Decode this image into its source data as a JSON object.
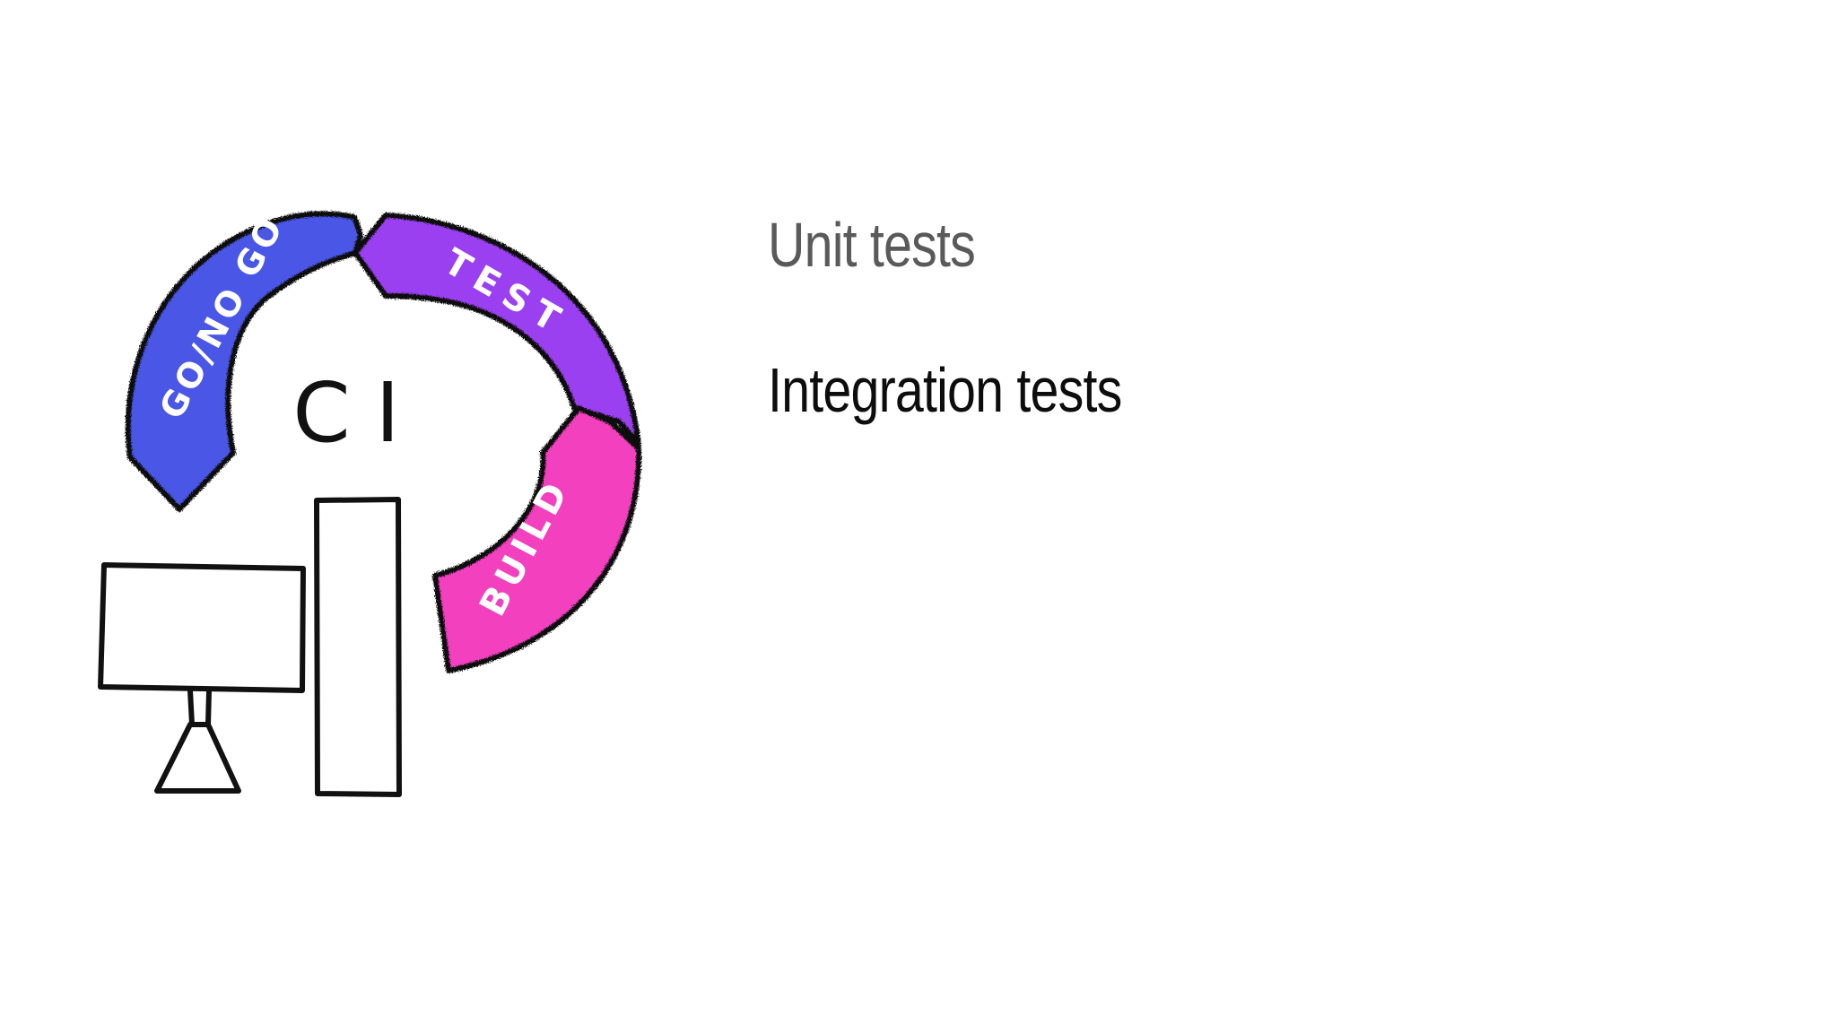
{
  "slide": {
    "bullets": [
      {
        "text": "Unit tests",
        "state": "muted"
      },
      {
        "text": "Integration tests",
        "state": "active"
      }
    ],
    "illustration": {
      "center_label": "CI",
      "segments": [
        {
          "label": "GO/NO GO",
          "color": "#4a56e6"
        },
        {
          "label": "TEST",
          "color": "#9a3ff0"
        },
        {
          "label": "BUILD",
          "color": "#f23fbf"
        }
      ],
      "outline_color": "#111111"
    },
    "colors": {
      "muted_text": "#5a5a5a",
      "active_text": "#0d0d0d"
    }
  }
}
